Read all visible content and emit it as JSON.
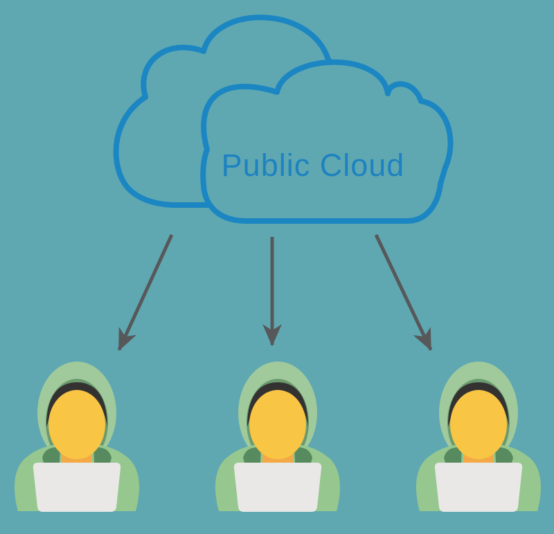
{
  "scene": {
    "description": "Public cloud diagram: one cloud serving three hooded users on laptops",
    "cloud_label": "Public Cloud",
    "arrow_count": 3,
    "user_count": 3
  },
  "colors": {
    "background": "#5fa8b2",
    "cloud_stroke": "#1b86c2",
    "cloud_label": "#1e82c0",
    "arrow": "#57585a",
    "hood": "#a0ca9c",
    "hood_lining": "#6b9a6e",
    "hood_lining_dark": "#578b5f",
    "hair": "#333231",
    "skin": "#f9c544",
    "neck": "#f4a947",
    "laptop": "#e9e8e7",
    "body": "#96c78e"
  }
}
